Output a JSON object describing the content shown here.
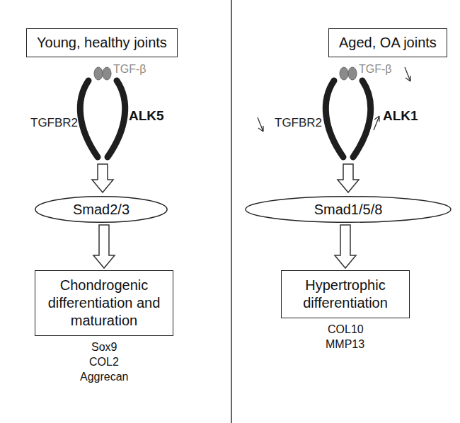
{
  "diagram": {
    "nodes": [
      {
        "text": [
          "Young, healthy joints"
        ]
      },
      {
        "text": [
          "Smad2/3"
        ]
      },
      {
        "text": [
          "Chondrogenic differentiation and maturation"
        ]
      },
      {
        "text": [
          "Aged, OA joints"
        ]
      },
      {
        "text": [
          "Smad1/5/8"
        ]
      },
      {
        "text": [
          "Hypertrophic differentiation"
        ]
      }
    ],
    "edges": [
      {
        "from": 1,
        "to": 2,
        "arrow": "to"
      },
      {
        "from": 4,
        "to": 5,
        "arrow": "to"
      }
    ],
    "labels": [
      "TGF-β",
      "TGFBR2",
      "ALK5",
      "Sox9",
      "COL2",
      "Aggrecan",
      "TGF-β",
      "TGFBR2",
      "ALK1",
      "COL10",
      "MMP13"
    ]
  }
}
